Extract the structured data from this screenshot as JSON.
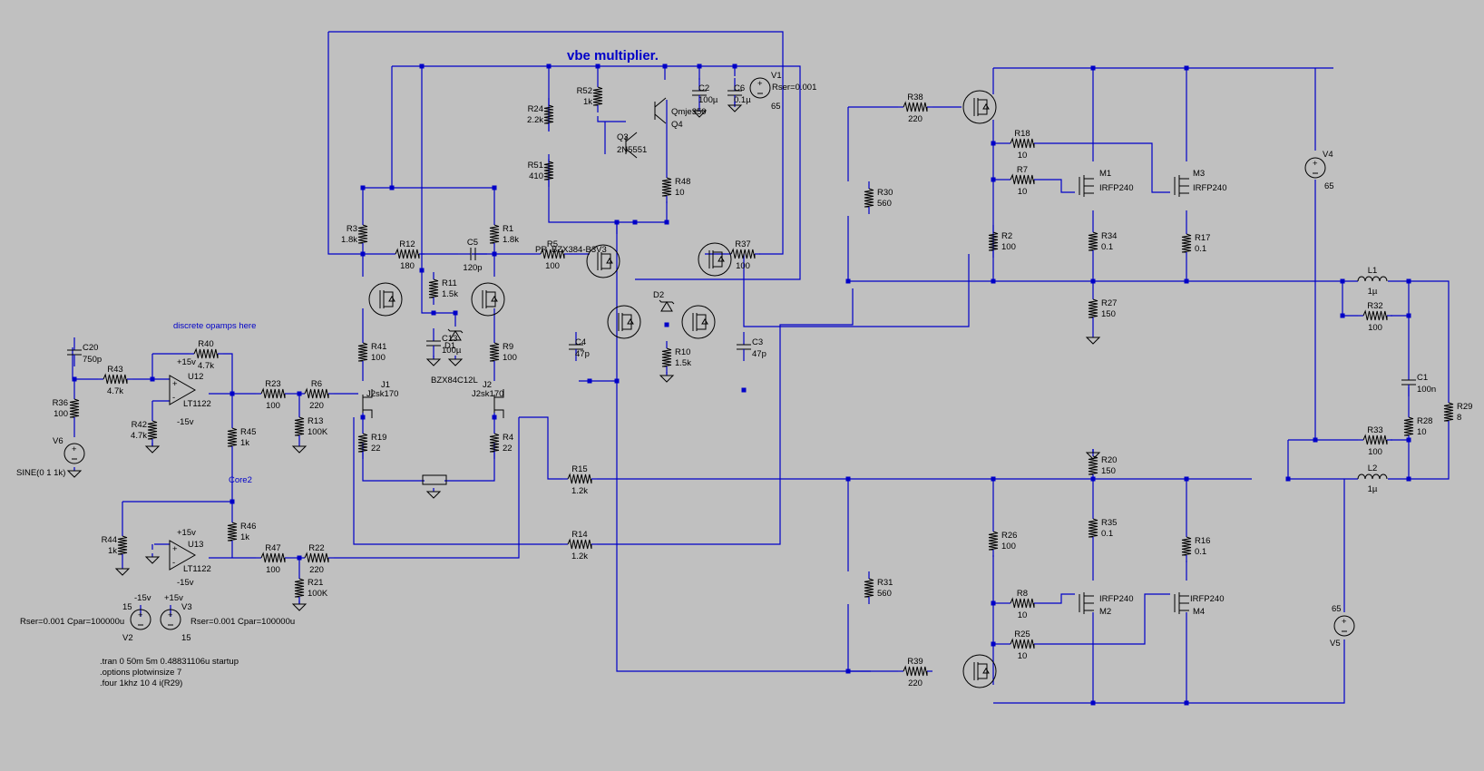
{
  "colors": {
    "background": "#c0c0c0",
    "wire": "#0000c8",
    "component": "#000000"
  },
  "comments": {
    "vbe": "vbe multiplier.",
    "opamps": "discrete opamps here",
    "core2": "Core2"
  },
  "resistors": [
    {
      "ref": "R24",
      "value": "2.2k"
    },
    {
      "ref": "R52",
      "value": "1k"
    },
    {
      "ref": "R51",
      "value": "410"
    },
    {
      "ref": "R48",
      "value": "10"
    },
    {
      "ref": "R3",
      "value": "1.8k"
    },
    {
      "ref": "R1",
      "value": "1.8k"
    },
    {
      "ref": "R12",
      "value": "180"
    },
    {
      "ref": "R5",
      "value": "100"
    },
    {
      "ref": "R37",
      "value": "100"
    },
    {
      "ref": "R11",
      "value": "1.5k"
    },
    {
      "ref": "R41",
      "value": "100"
    },
    {
      "ref": "R9",
      "value": "100"
    },
    {
      "ref": "R10",
      "value": "1.5k"
    },
    {
      "ref": "R40",
      "value": "4.7k"
    },
    {
      "ref": "R43",
      "value": "4.7k"
    },
    {
      "ref": "R36",
      "value": "100"
    },
    {
      "ref": "R42",
      "value": "4.7k"
    },
    {
      "ref": "R23",
      "value": "100"
    },
    {
      "ref": "R6",
      "value": "220"
    },
    {
      "ref": "R13",
      "value": "100K"
    },
    {
      "ref": "R45",
      "value": "1k"
    },
    {
      "ref": "R19",
      "value": "22"
    },
    {
      "ref": "R4",
      "value": "22"
    },
    {
      "ref": "R15",
      "value": "1.2k"
    },
    {
      "ref": "R14",
      "value": "1.2k"
    },
    {
      "ref": "R44",
      "value": "1k"
    },
    {
      "ref": "R46",
      "value": "1k"
    },
    {
      "ref": "R47",
      "value": "100"
    },
    {
      "ref": "R22",
      "value": "220"
    },
    {
      "ref": "R21",
      "value": "100K"
    },
    {
      "ref": "R38",
      "value": "220"
    },
    {
      "ref": "R18",
      "value": "10"
    },
    {
      "ref": "R7",
      "value": "10"
    },
    {
      "ref": "R30",
      "value": "560"
    },
    {
      "ref": "R2",
      "value": "100"
    },
    {
      "ref": "R34",
      "value": "0.1"
    },
    {
      "ref": "R17",
      "value": "0.1"
    },
    {
      "ref": "R27",
      "value": "150"
    },
    {
      "ref": "R32",
      "value": "100"
    },
    {
      "ref": "R29",
      "value": "8"
    },
    {
      "ref": "R28",
      "value": "10"
    },
    {
      "ref": "R33",
      "value": "100"
    },
    {
      "ref": "R20",
      "value": "150"
    },
    {
      "ref": "R35",
      "value": "0.1"
    },
    {
      "ref": "R26",
      "value": "100"
    },
    {
      "ref": "R16",
      "value": "0.1"
    },
    {
      "ref": "R31",
      "value": "560"
    },
    {
      "ref": "R8",
      "value": "10"
    },
    {
      "ref": "R25",
      "value": "10"
    },
    {
      "ref": "R39",
      "value": "220"
    }
  ],
  "capacitors": [
    {
      "ref": "C2",
      "value": "100µ"
    },
    {
      "ref": "C6",
      "value": "0.1µ"
    },
    {
      "ref": "C5",
      "value": "120p"
    },
    {
      "ref": "C13",
      "value": "100µ"
    },
    {
      "ref": "C4",
      "value": "47p"
    },
    {
      "ref": "C3",
      "value": "47p"
    },
    {
      "ref": "C20",
      "value": "750p"
    },
    {
      "ref": "C1",
      "value": "100n"
    }
  ],
  "inductors": [
    {
      "ref": "L1",
      "value": "1µ"
    },
    {
      "ref": "L2",
      "value": "1µ"
    }
  ],
  "transistors": {
    "q3": {
      "ref": "Q3",
      "model": "2N5551"
    },
    "q4": {
      "ref": "Q4",
      "model": "Qmje350"
    },
    "j1": {
      "ref": "J1",
      "model": "J2sk170"
    },
    "j2": {
      "ref": "J2",
      "model": "J2sk170"
    },
    "m1": {
      "ref": "M1",
      "model": "IRFP240"
    },
    "m2": {
      "ref": "M2",
      "model": "IRFP240"
    },
    "m3": {
      "ref": "M3",
      "model": "IRFP240"
    },
    "m4": {
      "ref": "M4",
      "model": "IRFP240"
    }
  },
  "diodes": {
    "d1": {
      "ref": "D1",
      "model": "BZX84C12L"
    },
    "d2": {
      "ref": "D2"
    },
    "pr": {
      "ref": "PR",
      "model": "BZX384-B3V3"
    }
  },
  "opamps": {
    "u12": {
      "ref": "U12",
      "model": "LT1122",
      "pos": "+15v",
      "neg": "-15v"
    },
    "u13": {
      "ref": "U13",
      "model": "LT1122",
      "pos": "+15v",
      "neg": "-15v"
    }
  },
  "sources": {
    "v1": {
      "ref": "V1",
      "value": "65",
      "params": "Rser=0.001"
    },
    "v4": {
      "ref": "V4",
      "value": "65"
    },
    "v5": {
      "ref": "V5",
      "value": "65"
    },
    "v6": {
      "ref": "V6",
      "value": "SINE(0 1 1k)"
    },
    "v2": {
      "ref": "V2",
      "value": "15",
      "params": "Rser=0.001 Cpar=100000u",
      "netlabel": "-15v"
    },
    "v3": {
      "ref": "V3",
      "value": "15",
      "params": "Rser=0.001 Cpar=100000u",
      "netlabel": "+15v"
    }
  },
  "directives": [
    ".tran 0 50m 5m 0.48831106u startup",
    ".options plotwinsize 7",
    ".four 1khz 10 4 i(R29)"
  ]
}
